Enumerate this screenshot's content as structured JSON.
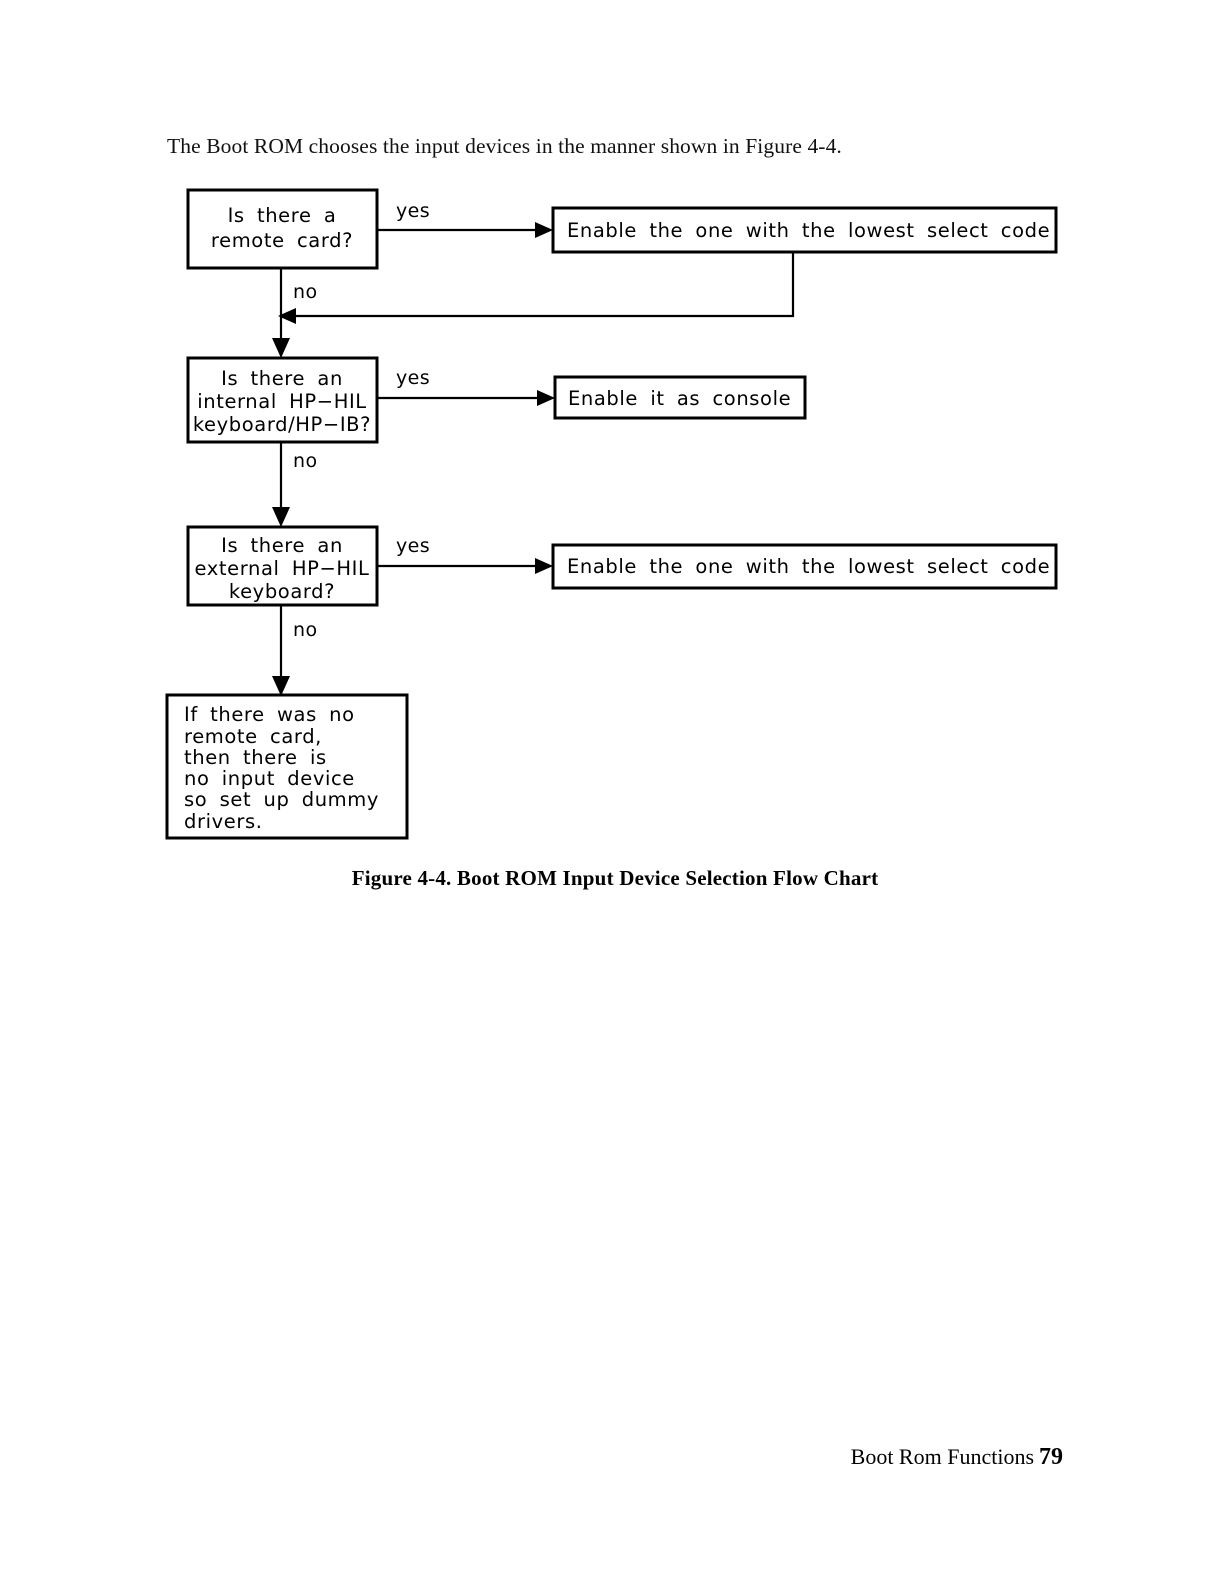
{
  "document": {
    "intro_paragraph": "The Boot ROM chooses the input devices in the manner shown in Figure 4-4.",
    "figure_caption": "Figure 4-4. Boot ROM Input Device Selection Flow Chart",
    "footer_text": "Boot Rom Functions",
    "page_number": "79"
  },
  "chart_data": {
    "type": "diagram",
    "title": "Boot ROM Input Device Selection Flow Chart",
    "nodes": [
      {
        "id": "decision-1",
        "shape": "rect",
        "lines": [
          "Is  there  a",
          "remote  card?"
        ],
        "align": "center"
      },
      {
        "id": "action-1",
        "shape": "rect",
        "lines": [
          "Enable  the  one  with  the  lowest  select  code"
        ],
        "align": "left"
      },
      {
        "id": "decision-2",
        "shape": "rect",
        "lines": [
          "Is  there  an",
          "internal  HP−HIL",
          "keyboard/HP−IB?"
        ],
        "align": "center"
      },
      {
        "id": "action-2",
        "shape": "rect",
        "lines": [
          "Enable  it  as  console"
        ],
        "align": "left"
      },
      {
        "id": "decision-3",
        "shape": "rect",
        "lines": [
          "Is  there  an",
          "external  HP−HIL",
          "keyboard?"
        ],
        "align": "center"
      },
      {
        "id": "action-3",
        "shape": "rect",
        "lines": [
          "Enable  the  one  with  the  lowest  select  code"
        ],
        "align": "left"
      },
      {
        "id": "terminal",
        "shape": "rect",
        "lines": [
          "If  there  was  no",
          "remote  card,",
          "then  there  is",
          "no  input  device",
          "so  set  up  dummy",
          "drivers."
        ],
        "align": "left"
      }
    ],
    "edge_labels": {
      "yes_1": "yes",
      "no_1": "no",
      "yes_2": "yes",
      "no_2": "no",
      "yes_3": "yes",
      "no_3": "no"
    },
    "edges": [
      {
        "from": "decision-1",
        "to": "action-1",
        "label": "yes"
      },
      {
        "from": "decision-1",
        "to": "decision-2",
        "label": "no"
      },
      {
        "from": "action-1",
        "to": "decision-2",
        "label": ""
      },
      {
        "from": "decision-2",
        "to": "action-2",
        "label": "yes"
      },
      {
        "from": "decision-2",
        "to": "decision-3",
        "label": "no"
      },
      {
        "from": "decision-3",
        "to": "action-3",
        "label": "yes"
      },
      {
        "from": "decision-3",
        "to": "terminal",
        "label": "no"
      }
    ]
  },
  "boxes": {
    "d1_l1": "Is  there  a",
    "d1_l2": "remote  card?",
    "a1": "Enable  the  one  with  the  lowest  select  code",
    "d2_l1": "Is  there  an",
    "d2_l2": "internal  HP−HIL",
    "d2_l3": "keyboard/HP−IB?",
    "a2": "Enable  it  as  console",
    "d3_l1": "Is  there  an",
    "d3_l2": "external  HP−HIL",
    "d3_l3": "keyboard?",
    "a3": "Enable  the  one  with  the  lowest  select  code",
    "t_l1": "If  there  was  no",
    "t_l2": "remote  card,",
    "t_l3": "then  there  is",
    "t_l4": "no  input  device",
    "t_l5": "so  set  up  dummy",
    "t_l6": "drivers."
  },
  "colors": {
    "ink": "#000000",
    "paper": "#ffffff"
  }
}
